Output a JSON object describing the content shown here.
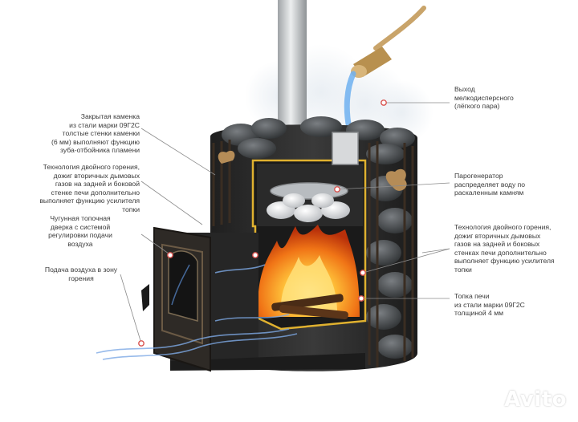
{
  "labels": {
    "steam": "Выход\nмелкодисперсного\n(лёгкого пара)",
    "closed_heater": "Закрытая каменка\nиз стали марки 09Г2С\nтолстые стенки каменки\n(6 мм) выполняют функцию\nзуба-отбойника пламени",
    "double_burn_left": "Технология двойного горения,\nдожиг вторичных дымовых\nгазов на задней и боковой\nстенке печи дополнительно\nвыполняет функцию усилителя\nтопки",
    "cast_door": "Чугунная топочная\nдверка с системой\nрегулировки подачи\nвоздуха",
    "air_supply": "Подача воздуха в зону\nгорения",
    "steam_generator": "Парогенератор\nраспределяет воду по\nраскаленным камням",
    "double_burn_right": "Технология двойного горения,\nдожиг вторичных дымовых\nгазов на задней и боковых\nстенках печи дополнительно\nвыполняет функцию усилителя\nтопки",
    "firebox": "Топка печи\nиз стали марки 09Г2С\nтолщиной 4 мм"
  },
  "watermark": "Avito",
  "colors": {
    "leader": "#8a8a8a",
    "dot_fill": "#ffffff",
    "dot_stroke": "#d9534f",
    "flame_core": "#fff3a8",
    "flame_mid": "#ff9d1c",
    "flame_outer": "#e2430c",
    "steel": "#2b2b2b",
    "chimney": "#c9cbcd",
    "stone": "#4c4f52",
    "air": "#6f9fd8"
  }
}
